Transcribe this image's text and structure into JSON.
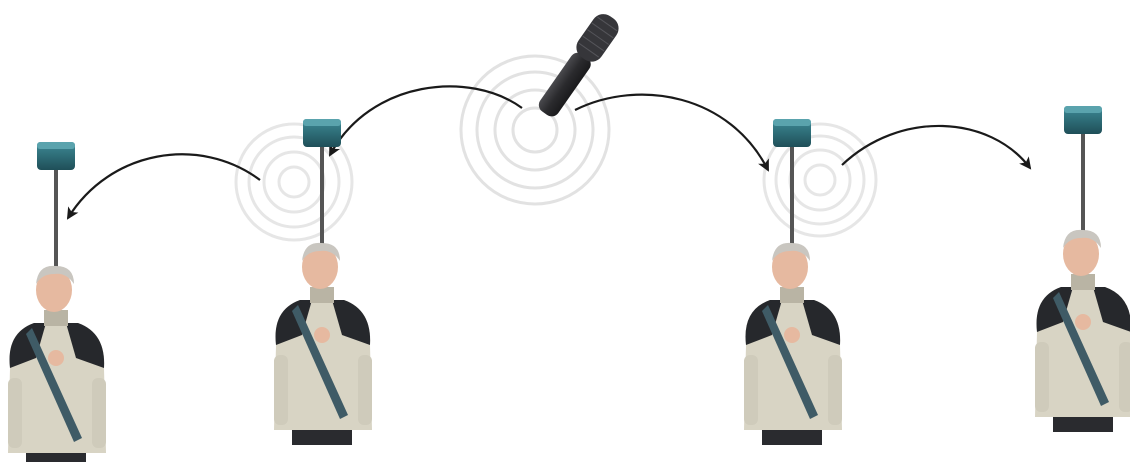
{
  "scene": {
    "source": "microphone",
    "relays": [
      "person-with-speaker",
      "person-with-speaker",
      "person-with-speaker",
      "person-with-speaker"
    ],
    "colors": {
      "background": "#ffffff",
      "arrow": "#1a1a1a",
      "ripple": "#d9d9d9",
      "speaker_box": "#2e6f7a",
      "jacket": "#d8d4c4",
      "jacket_dark": "#26282c",
      "strap": "#3f5b66",
      "pants": "#2a2b2f",
      "skin": "#e6b9a0",
      "hair": "#c9c6c0",
      "mic_body": "#2c2c2e",
      "mic_grille": "#3a3a3d"
    }
  }
}
